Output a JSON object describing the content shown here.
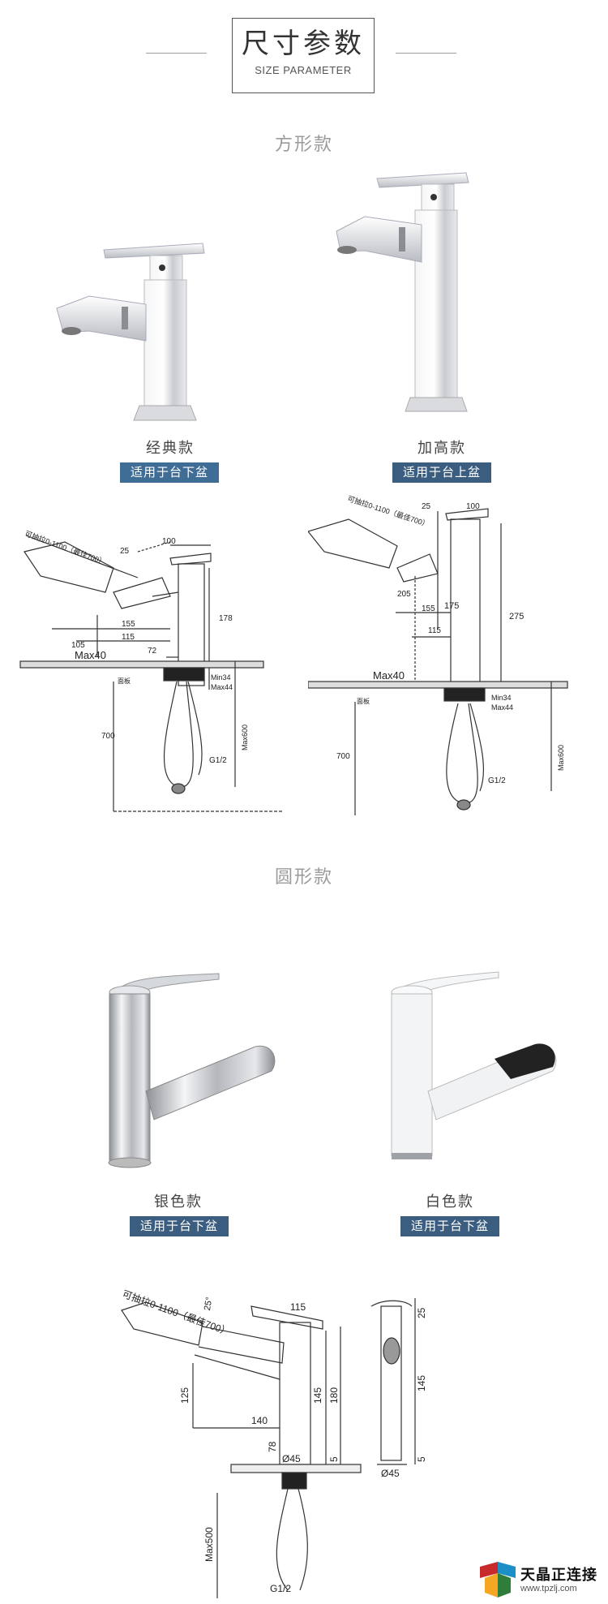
{
  "header": {
    "title_zh": "尺寸参数",
    "title_en": "SIZE PARAMETER"
  },
  "sections": [
    {
      "title": "方形款",
      "products": [
        {
          "name": "经典款",
          "badge": "适用于台下盆"
        },
        {
          "name": "加高款",
          "badge": "适用于台上盆"
        }
      ]
    },
    {
      "title": "圆形款",
      "products": [
        {
          "name": "银色款",
          "badge": "适用于台下盆"
        },
        {
          "name": "白色款",
          "badge": "适用于台下盆"
        }
      ]
    }
  ],
  "diagram_square_left": {
    "pull": "可抽拉0-1100（最佳700）",
    "angle": "25",
    "d100": "100",
    "d155": "155",
    "d115": "115",
    "d105": "105",
    "d72": "72",
    "d178": "178",
    "max40": "Max40",
    "min34": "Min34",
    "max44": "Max44",
    "panel": "面板",
    "d700": "700",
    "max600": "Max600",
    "g12": "G1/2"
  },
  "diagram_square_right": {
    "pull": "可抽拉0-1100（最佳700）",
    "angle": "25",
    "d100": "100",
    "d205": "205",
    "d175": "175",
    "d155": "155",
    "d115": "115",
    "d275": "275",
    "max40": "Max40",
    "min34": "Min34",
    "max44": "Max44",
    "panel": "面板",
    "d700": "700",
    "max600": "Max600",
    "g12": "G1/2"
  },
  "diagram_round": {
    "pull": "可抽拉0-1100（最佳700）",
    "angle": "25°",
    "d115": "115",
    "d125": "125",
    "d140": "140",
    "d145": "145",
    "d180": "180",
    "d78": "78",
    "d45": "Ø45",
    "d5": "5",
    "max500": "Max500",
    "g12": "G1/2",
    "side_25": "25",
    "side_145": "145",
    "side_5": "5",
    "side_d45": "Ø45"
  },
  "logo": {
    "name": "天晶正连接",
    "url": "www.tpzlj.com"
  },
  "colors": {
    "badge": "#3f6d96",
    "chrome": "#c9ccd0"
  }
}
